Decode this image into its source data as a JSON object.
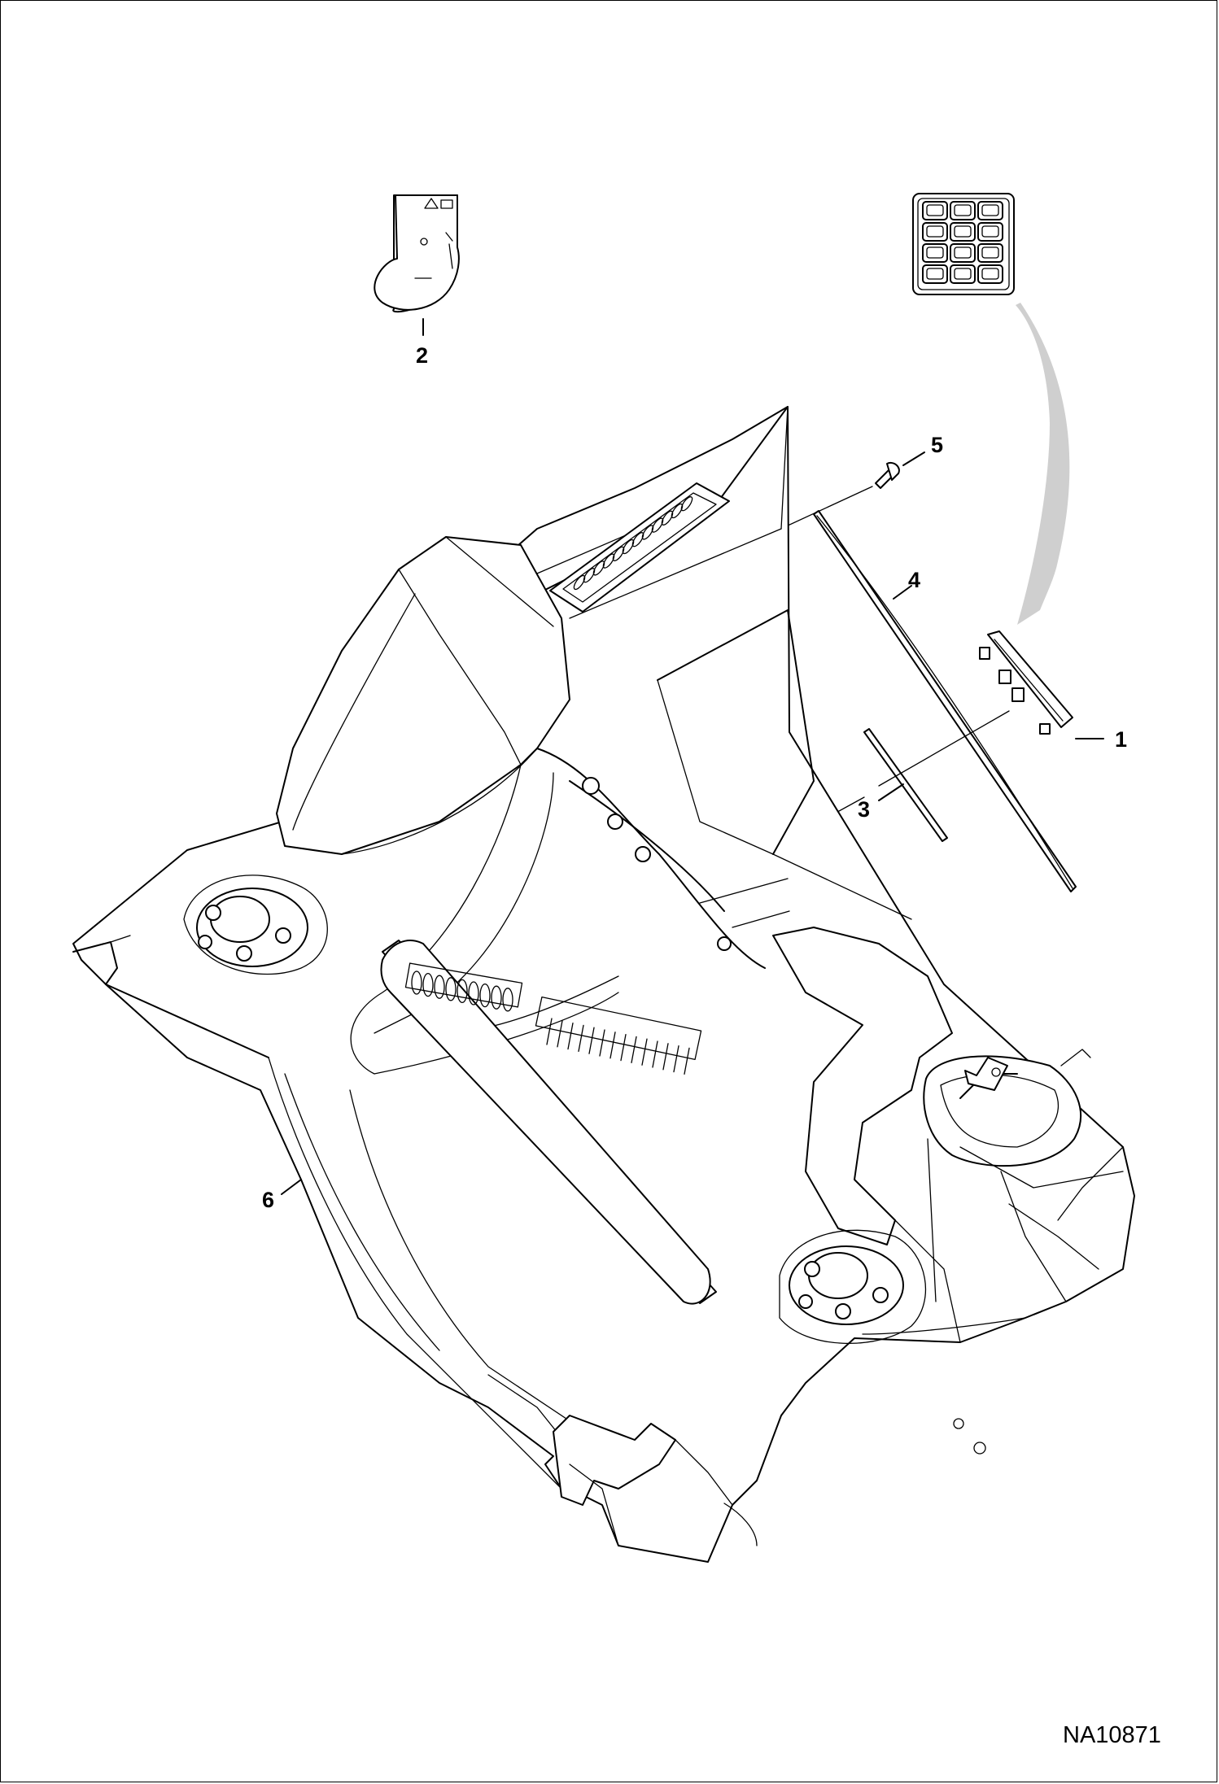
{
  "figure_id": "NA10871",
  "callouts": [
    {
      "number": "1"
    },
    {
      "number": "2"
    },
    {
      "number": "3"
    },
    {
      "number": "4"
    },
    {
      "number": "5"
    },
    {
      "number": "6"
    }
  ],
  "colors": {
    "ink": "#000000",
    "paper": "#ffffff",
    "detail_arrow": "#cfcfcf"
  }
}
